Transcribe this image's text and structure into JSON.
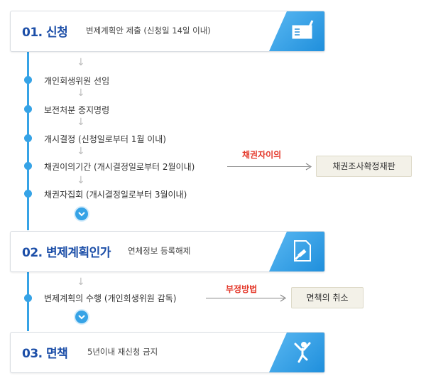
{
  "stages": [
    {
      "number": "01. 신청",
      "description": "변제계획안 제출 (신청일 14일 이내)",
      "icon": "book-pencil-icon"
    },
    {
      "number": "02. 변제계획인가",
      "description": "연체정보 등록해제",
      "icon": "document-gavel-icon"
    },
    {
      "number": "03. 면책",
      "description": "5년이내 재신청 금지",
      "icon": "person-jumping-icon"
    }
  ],
  "stage1_steps": [
    "개인회생위원 선임",
    "보전처분 중지명령",
    "개시결정 (신청일로부터 1월 이내)",
    "채권이의기간 (개시결정일로부터 2월이내)",
    "채권자집회 (개시결정일로부터 3월이내)"
  ],
  "stage2_steps": [
    "변제계획의 수행 (개인회생위원 감독)"
  ],
  "branches": [
    {
      "label": "채권자이의",
      "target": "채권조사확정재판"
    },
    {
      "label": "부정방법",
      "target": "면책의 취소"
    }
  ],
  "colors": {
    "accent": "#36a3e6",
    "title": "#1d4fa8",
    "branch": "#e4392b"
  }
}
